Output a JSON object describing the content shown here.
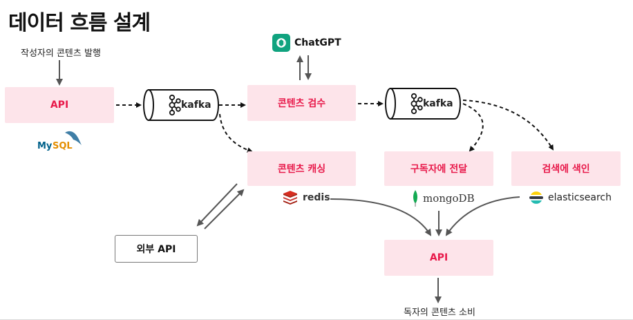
{
  "title": "데이터 흐름 설계",
  "labels": {
    "publish": "작성자의 콘텐츠 발행",
    "consume": "독자의 콘텐츠 소비"
  },
  "nodes": {
    "api_top": "API",
    "review": "콘텐츠 검수",
    "caching": "콘텐츠 캐싱",
    "deliver": "구독자에 전달",
    "index": "검색에 색인",
    "external_api": "외부 API",
    "api_bottom": "API"
  },
  "queues": {
    "kafka1": "kafka",
    "kafka2": "kafka"
  },
  "logos": {
    "chatgpt": "ChatGPT",
    "redis": "redis",
    "mongodb": "mongoDB",
    "elasticsearch": "elasticsearch"
  },
  "colors": {
    "accent": "#e8194a",
    "box_bg": "#fde4ea"
  }
}
